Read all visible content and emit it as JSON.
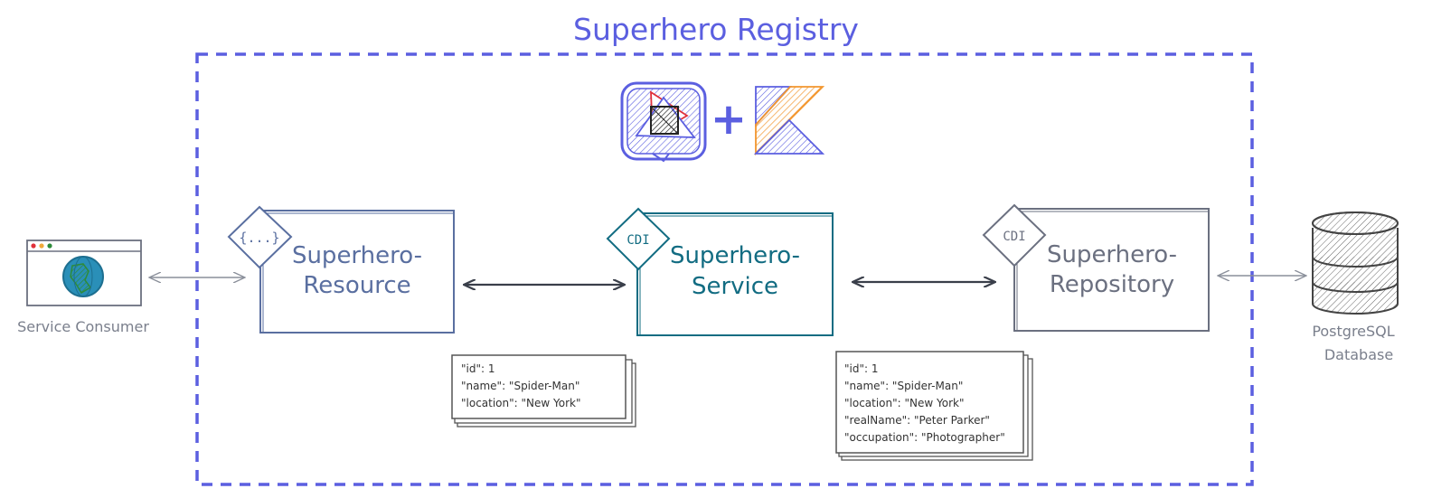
{
  "title": "Superhero Registry",
  "consumer": {
    "label": "Service Consumer"
  },
  "database": {
    "label_line1": "PostgreSQL",
    "label_line2": "Database"
  },
  "plus": "+",
  "resource": {
    "badge": "{...}",
    "line1": "Superhero-",
    "line2": "Resource"
  },
  "service": {
    "badge": "CDI",
    "line1": "Superhero-",
    "line2": "Service"
  },
  "repository": {
    "badge": "CDI",
    "line1": "Superhero-",
    "line2": "Repository"
  },
  "json_small": [
    "\"id\": 1",
    "\"name\": \"Spider-Man\"",
    "\"location\": \"New York\""
  ],
  "json_large": [
    "\"id\": 1",
    "\"name\": \"Spider-Man\"",
    "\"location\": \"New York\"",
    "\"realName\": \"Peter Parker\"",
    "\"occupation\": \"Photographer\""
  ],
  "colors": {
    "accent": "#5b5fe0",
    "resource": "#5a6fa0",
    "service": "#126c82",
    "repository": "#6b7080",
    "gray": "#7a7f8c",
    "dark": "#3a3f4a",
    "kotlin_orange": "#f2962e",
    "globe": "#2a8fb8"
  }
}
